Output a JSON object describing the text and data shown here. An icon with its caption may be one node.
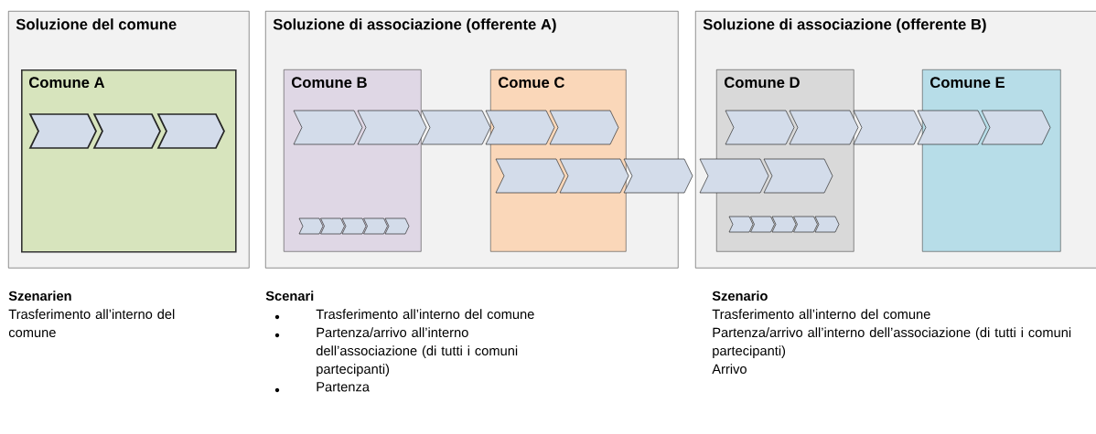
{
  "diagram": {
    "nodes": [
      {
        "text": [
          "Soluzione del comune"
        ]
      },
      {
        "text": [
          "Comune A"
        ],
        "in": 0
      },
      {
        "text": [
          "Soluzione di associazione (offerente A)"
        ]
      },
      {
        "text": [
          "Comune  B"
        ],
        "in": 2
      },
      {
        "text": [
          "Comue C"
        ],
        "in": 2
      },
      {
        "text": [
          "Soluzione di associazione (offerente B)"
        ]
      },
      {
        "text": [
          "Comune D"
        ],
        "in": 5
      },
      {
        "text": [
          "Comune E"
        ],
        "in": 5
      }
    ],
    "labels": [
      "Szenarien",
      "Trasferimento all’interno del comune",
      "Scenari",
      "Trasferimento all’interno del comune",
      "Partenza/arrivo all’interno dell’associazione (di tutti i comuni partecipanti)",
      "Partenza",
      "Szenario",
      "Trasferimento all’interno del comune",
      "Partenza/arrivo all’interno dell’associazione (di tutti i comuni partecipanti)",
      "Arrivo"
    ]
  }
}
